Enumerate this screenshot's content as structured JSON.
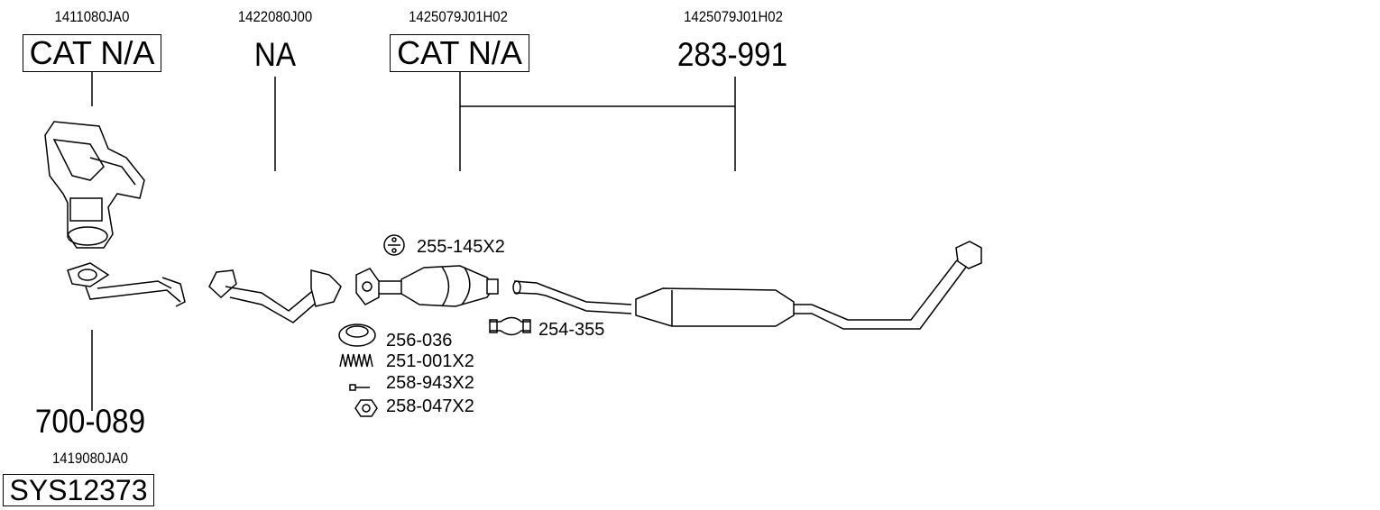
{
  "top_labels": [
    {
      "ref": "1411080JA0",
      "part": "CAT N/A",
      "boxed": true
    },
    {
      "ref": "1422080J00",
      "part": "NA",
      "boxed": false
    },
    {
      "ref": "1425079J01H02",
      "part": "CAT N/A",
      "boxed": true
    },
    {
      "ref": "1425079J01H02",
      "part": "283-991",
      "boxed": false
    }
  ],
  "bottom_labels": {
    "part": "700-089",
    "ref": "1419080JA0",
    "system": "SYS12373"
  },
  "accessories": [
    {
      "icon": "rubber-hanger-icon",
      "label": "255-145X2"
    },
    {
      "icon": "clamp-icon",
      "label": "254-355"
    },
    {
      "icon": "gasket-ring-icon",
      "label": "256-036"
    },
    {
      "icon": "spring-icon",
      "label": "251-001X2"
    },
    {
      "icon": "bolt-icon",
      "label": "258-943X2"
    },
    {
      "icon": "nut-icon",
      "label": "258-047X2"
    }
  ]
}
